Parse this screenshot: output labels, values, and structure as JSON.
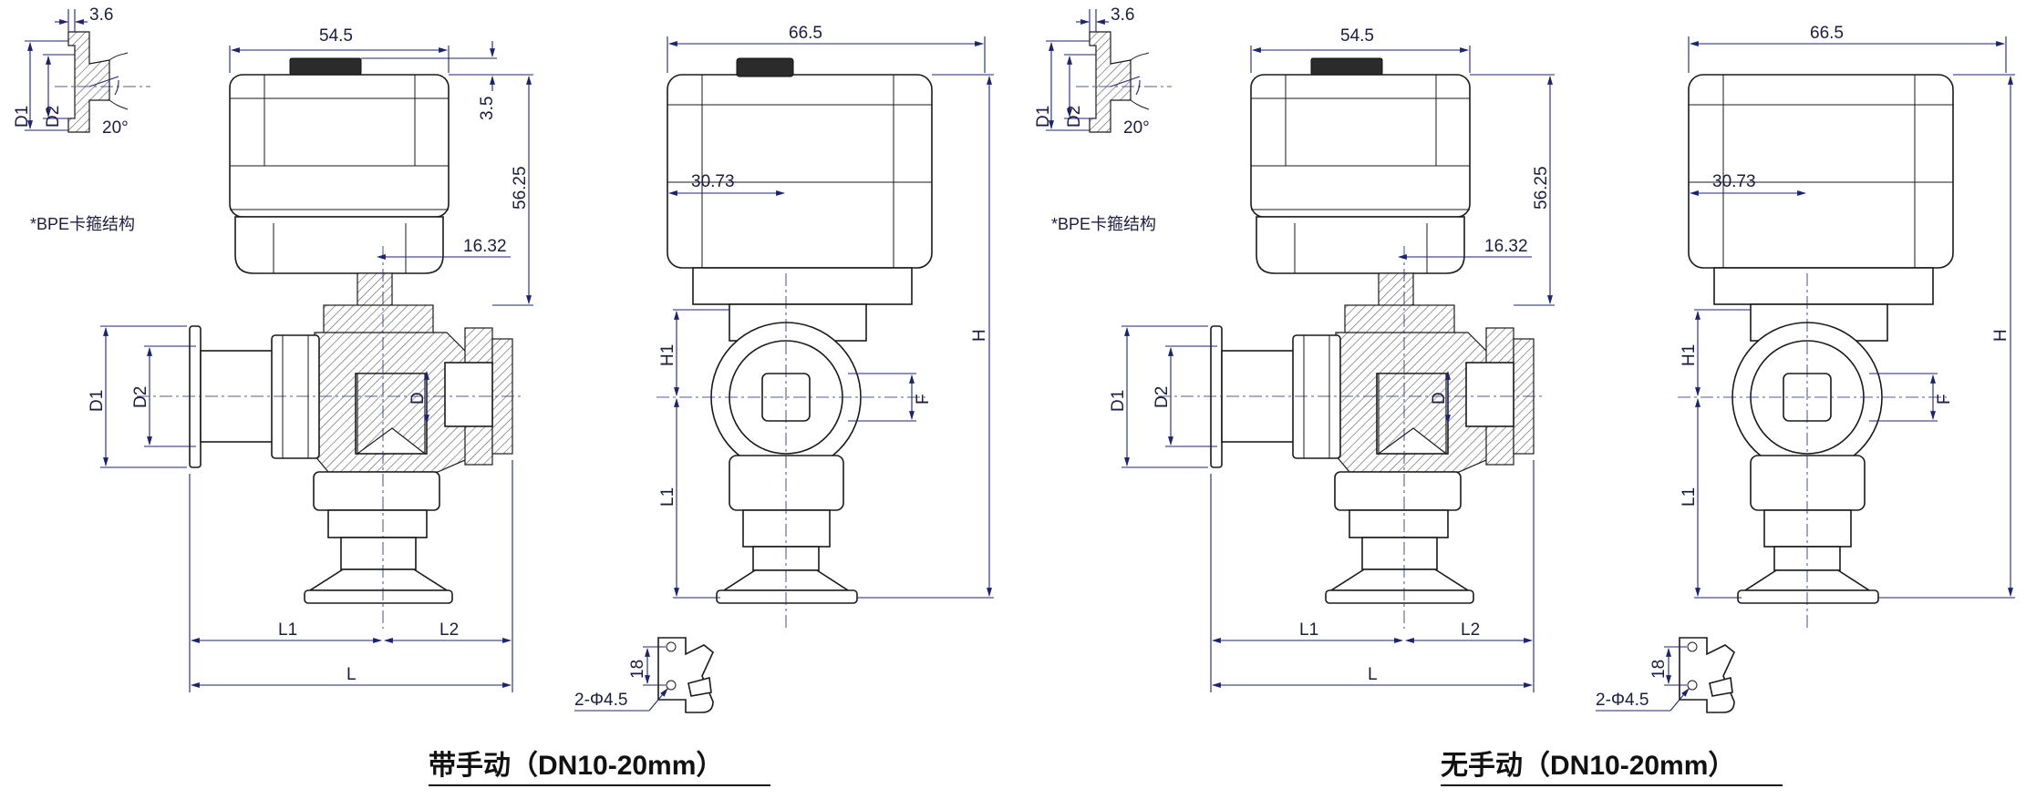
{
  "colors": {
    "dimension": "#1c2470",
    "outline": "#1a1a1a",
    "section_hatch": "#666666"
  },
  "left": {
    "flange_detail": {
      "thickness": "3.6",
      "angle": "20°",
      "d1": "D1",
      "d2": "D2",
      "note": "*BPE卡箍结构"
    },
    "front": {
      "width": "54.5",
      "offset": "3.5",
      "height": "56.25",
      "stem": "16.32",
      "d1": "D1",
      "d2": "D2",
      "d": "D",
      "l1": "L1",
      "l2": "L2",
      "l": "L"
    },
    "side": {
      "width": "66.5",
      "center": "30.73",
      "h1": "H1",
      "l1": "L1",
      "h": "H",
      "f": "F"
    },
    "bracket": {
      "hole_spacing": "18",
      "holes": "2-Φ4.5"
    },
    "caption": "带手动（DN10-20mm）"
  },
  "right": {
    "flange_detail": {
      "thickness": "3.6",
      "angle": "20°",
      "d1": "D1",
      "d2": "D2",
      "note": "*BPE卡箍结构"
    },
    "front": {
      "width": "54.5",
      "height": "56.25",
      "stem": "16.32",
      "d1": "D1",
      "d2": "D2",
      "d": "D",
      "l1": "L1",
      "l2": "L2",
      "l": "L"
    },
    "side": {
      "width": "66.5",
      "center": "30.73",
      "h1": "H1",
      "l1": "L1",
      "h": "H",
      "f": "F"
    },
    "bracket": {
      "hole_spacing": "18",
      "holes": "2-Φ4.5"
    },
    "caption": "无手动（DN10-20mm）"
  }
}
